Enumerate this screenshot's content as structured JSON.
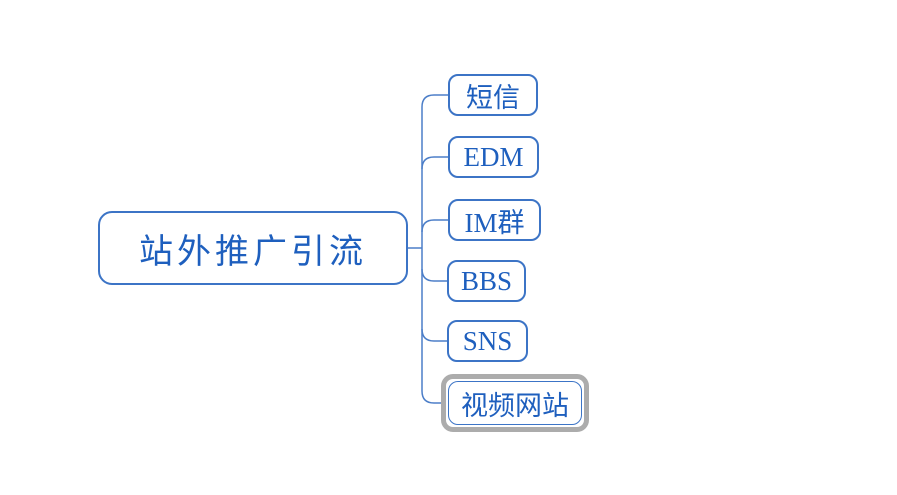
{
  "diagram": {
    "type": "mindmap",
    "root": {
      "label": "站外推广引流"
    },
    "children": [
      {
        "label": "短信",
        "selected": false
      },
      {
        "label": "EDM",
        "selected": false
      },
      {
        "label": "IM群",
        "selected": false
      },
      {
        "label": "BBS",
        "selected": false
      },
      {
        "label": "SNS",
        "selected": false
      },
      {
        "label": "视频网站",
        "selected": true
      }
    ],
    "colors": {
      "background": "#FFFFFF",
      "node_border": "#3C74C6",
      "node_text": "#1E5FBE",
      "connector_line": "#4C7EC8",
      "selection_ring": "#ACACAC"
    }
  }
}
